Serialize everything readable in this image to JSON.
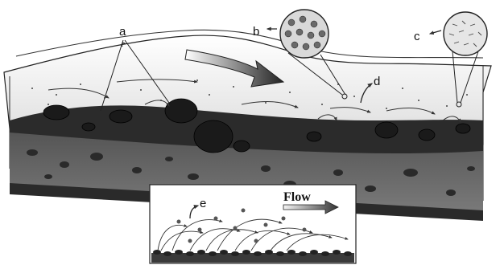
{
  "labels": {
    "a": "a",
    "b": "b",
    "c": "c",
    "d": "d",
    "e": "e"
  },
  "inset": {
    "flow_label": "Flow"
  },
  "colors": {
    "ink": "#111111",
    "water": "#f4f4f4",
    "bed_dark": "#2b2b2b",
    "substrate": "#6a6a6a",
    "base": "#333333"
  }
}
